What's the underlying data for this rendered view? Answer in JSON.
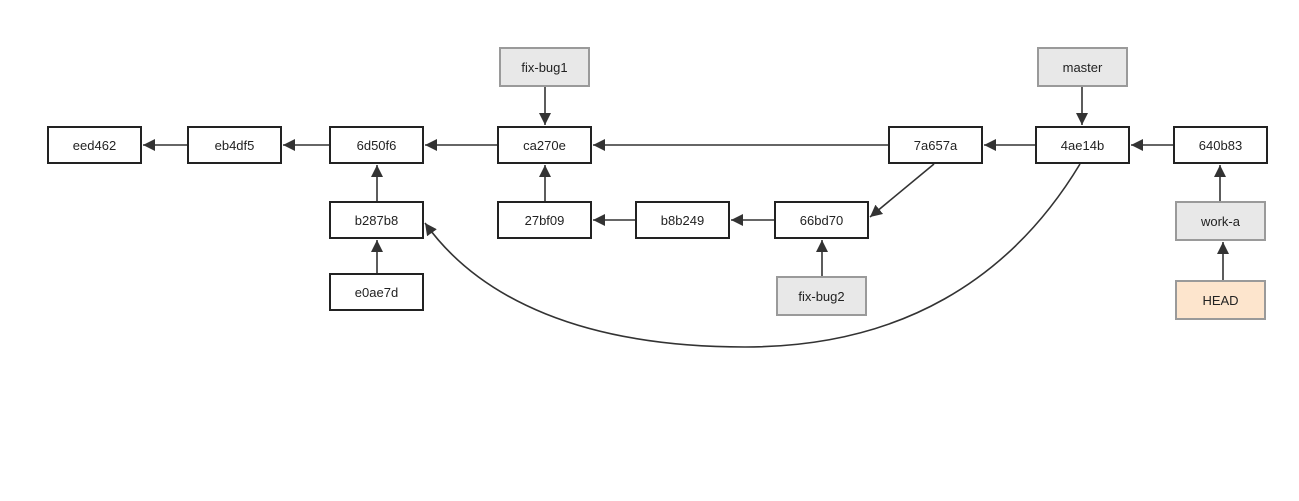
{
  "commits": {
    "eed462": "eed462",
    "eb4df5": "eb4df5",
    "6d50f6": "6d50f6",
    "b287b8": "b287b8",
    "e0ae7d": "e0ae7d",
    "ca270e": "ca270e",
    "27bf09": "27bf09",
    "b8b249": "b8b249",
    "66bd70": "66bd70",
    "7a657a": "7a657a",
    "4ae14b": "4ae14b",
    "640b83": "640b83"
  },
  "refs": {
    "fix_bug1": "fix-bug1",
    "fix_bug2": "fix-bug2",
    "master": "master",
    "work_a": "work-a",
    "head": "HEAD"
  },
  "colors": {
    "line": "#333333",
    "commit_border": "#222222",
    "ref_fill": "#e8e8e8",
    "ref_border": "#9a9a9a",
    "head_fill": "#fde5cd"
  }
}
